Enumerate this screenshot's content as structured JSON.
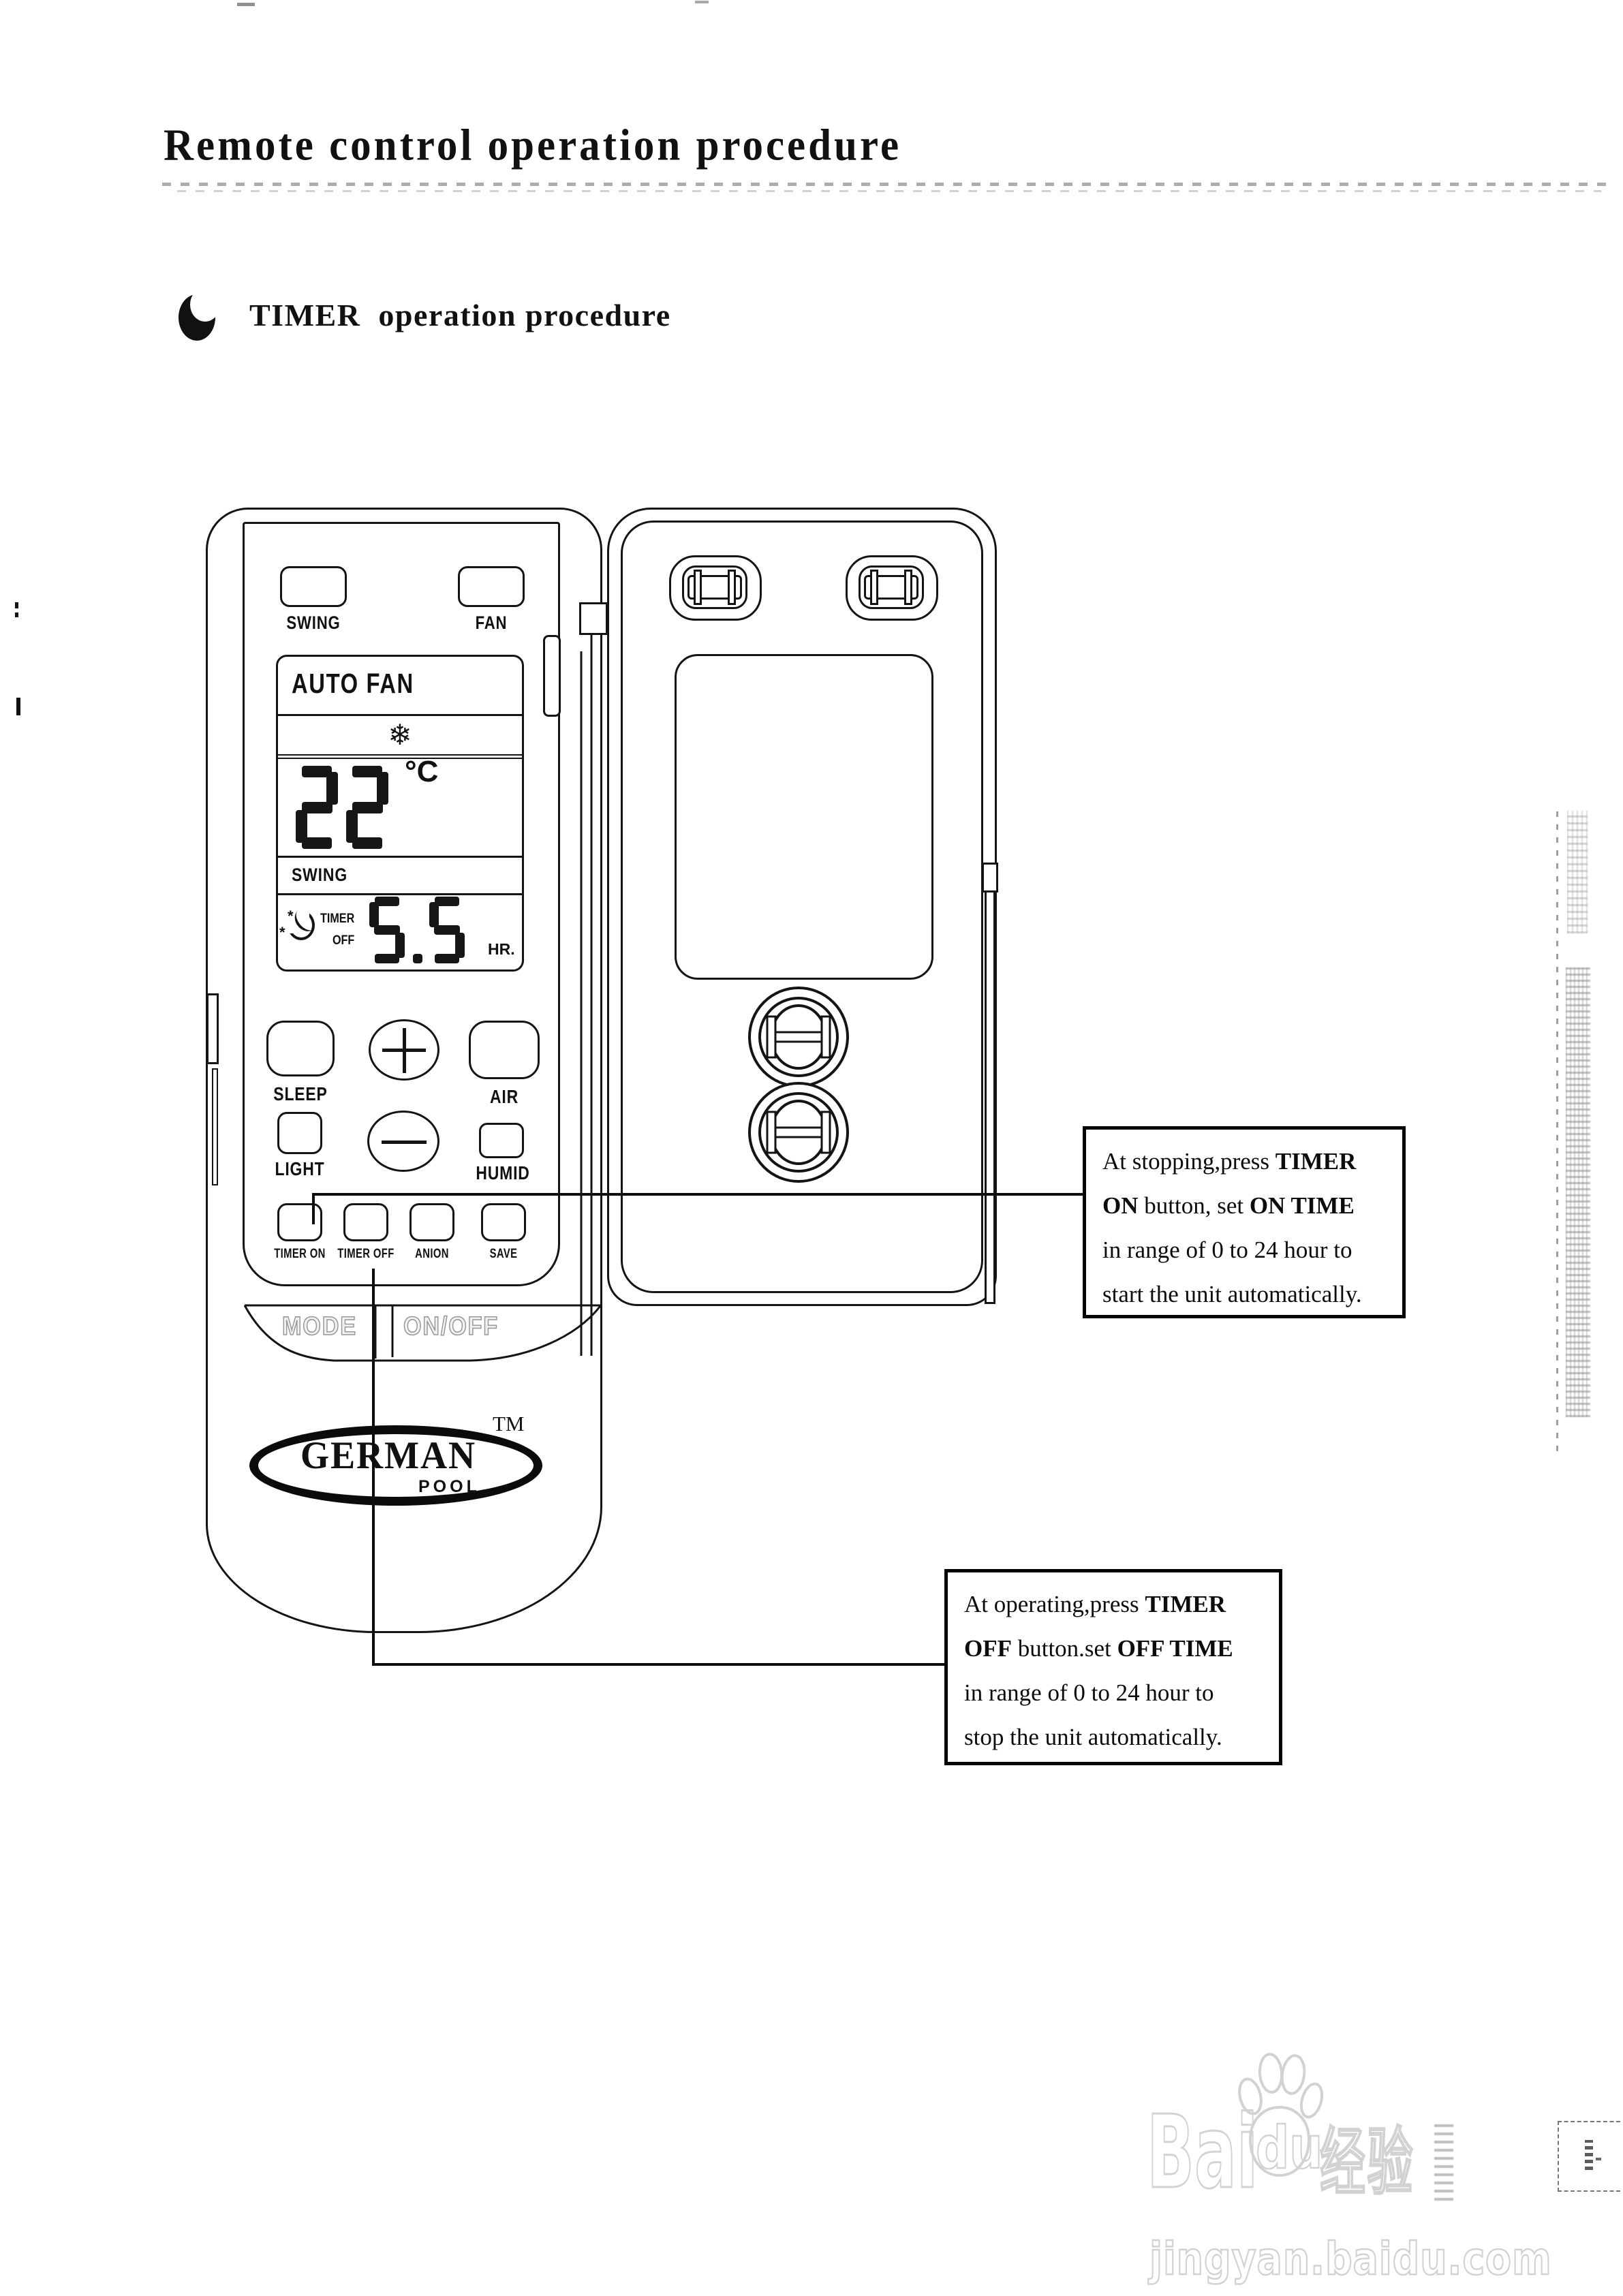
{
  "page": {
    "title": "Remote control operation procedure",
    "section_heading": "TIMER  operation procedure"
  },
  "remote": {
    "top_buttons": {
      "swing": "SWING",
      "fan": "FAN"
    },
    "lcd": {
      "mode": "AUTO FAN",
      "snowflake": "❄",
      "temp": "22",
      "unit": "°C",
      "swing": "SWING",
      "timer_label": "TIMER",
      "timer_state": "OFF",
      "timer_value": "5.5",
      "timer_unit": "HR."
    },
    "mid_buttons": {
      "sleep": "SLEEP",
      "air": "AIR",
      "light": "LIGHT",
      "humid": "HUMID"
    },
    "bottom_buttons": {
      "timer_on": "TIMER ON",
      "timer_off": "TIMER OFF",
      "anion": "ANION",
      "save": "SAVE"
    },
    "slide_buttons": {
      "mode": "MODE",
      "onoff": "ON/OFF"
    },
    "logo": {
      "brand": "GERMAN",
      "sub": "POOL",
      "tm": "TM"
    }
  },
  "callouts": [
    {
      "lines": [
        [
          {
            "t": "At stopping,press ",
            "b": 0
          },
          {
            "t": "TIMER",
            "b": 1
          }
        ],
        [
          {
            "t": "ON",
            "b": 1
          },
          {
            "t": " button, set ",
            "b": 0
          },
          {
            "t": "ON TIME",
            "b": 1
          }
        ],
        [
          {
            "t": "in range of 0 to 24 hour to",
            "b": 0
          }
        ],
        [
          {
            "t": "start the unit automatically.",
            "b": 0
          }
        ]
      ]
    },
    {
      "lines": [
        [
          {
            "t": "At operating,press ",
            "b": 0
          },
          {
            "t": "TIMER",
            "b": 1
          }
        ],
        [
          {
            "t": "OFF",
            "b": 1
          },
          {
            "t": " button.set ",
            "b": 0
          },
          {
            "t": "OFF TIME",
            "b": 1
          }
        ],
        [
          {
            "t": "in range of 0 to 24 hour to",
            "b": 0
          }
        ],
        [
          {
            "t": "stop the unit automatically.",
            "b": 0
          }
        ]
      ]
    }
  ],
  "watermark": {
    "bai": "Bai",
    "du": "du",
    "cn": "经验",
    "url": "jingyan.baidu.com"
  }
}
